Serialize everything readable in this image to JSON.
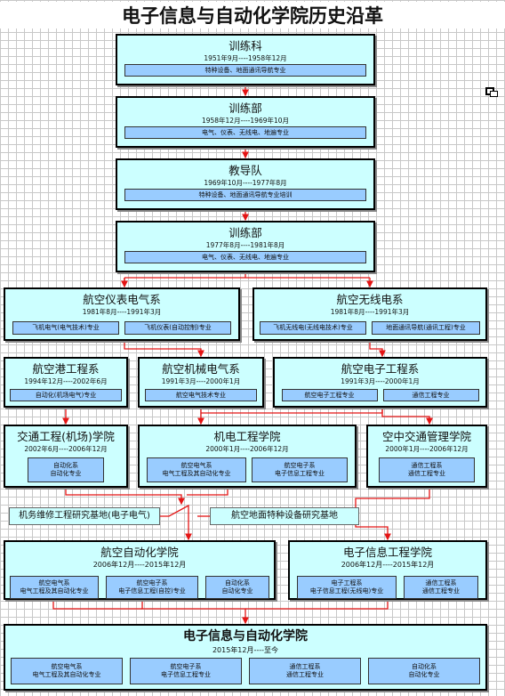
{
  "title": "电子信息与自动化学院历史沿革",
  "nodes": {
    "n1": {
      "name": "训练科",
      "dates": "1951年9月----1958年12月",
      "boxes": [
        [
          "特种设备、地面通讯导航专业"
        ]
      ]
    },
    "n2": {
      "name": "训练部",
      "dates": "1958年12月----1969年10月",
      "boxes": [
        [
          "电气、仪表、无线电、地遍专业"
        ]
      ]
    },
    "n3": {
      "name": "教导队",
      "dates": "1969年10月----1977年8月",
      "boxes": [
        [
          "特种设备、地面通讯导航专业培训"
        ]
      ]
    },
    "n4": {
      "name": "训练部",
      "dates": "1977年8月----1981年8月",
      "boxes": [
        [
          "电气、仪表、无线电、地遍专业"
        ]
      ]
    },
    "n5": {
      "name": "航空仪表电气系",
      "dates": "1981年8月----1991年3月",
      "boxes": [
        [
          "飞机电气(电气技术)专业"
        ],
        [
          "飞机仪表(自动控制)专业"
        ]
      ]
    },
    "n6": {
      "name": "航空无线电系",
      "dates": "1981年8月----1991年3月",
      "boxes": [
        [
          "飞机无线电(无线电技术)专业"
        ],
        [
          "地面通讯导航(通讯工程)专业"
        ]
      ]
    },
    "n7": {
      "name": "航空港工程系",
      "dates": "1994年12月----2002年6月",
      "boxes": [
        [
          "自动化(机场电气)专业"
        ]
      ]
    },
    "n8": {
      "name": "航空机械电气系",
      "dates": "1991年3月----2000年1月",
      "boxes": [
        [
          "航空电气技术专业"
        ]
      ]
    },
    "n9": {
      "name": "航空电子工程系",
      "dates": "1991年3月----2000年1月",
      "boxes": [
        [
          "航空电子工程专业"
        ],
        [
          "通信工程专业"
        ]
      ]
    },
    "n10": {
      "name": "交通工程(机场)学院",
      "dates": "2002年6月----2006年12月",
      "boxes": [
        [
          "自动化系",
          "自动化专业"
        ]
      ]
    },
    "n11": {
      "name": "机电工程学院",
      "dates": "2000年1月----2006年12月",
      "boxes": [
        [
          "航空电气系",
          "电气工程及其自动化专业"
        ],
        [
          "航空电子系",
          "电子信息工程专业"
        ]
      ]
    },
    "n12": {
      "name": "空中交通管理学院",
      "dates": "2000年1月----2006年12月",
      "boxes": [
        [
          "通信工程系",
          "通信工程专业"
        ]
      ]
    },
    "n13": {
      "name": "航空自动化学院",
      "dates": "2006年12月----2015年12月",
      "boxes": [
        [
          "航空电气系",
          "电气工程及其自动化专业"
        ],
        [
          "航空电子系",
          "电子信息工程(自控)专业"
        ],
        [
          "自动化系",
          "自动化专业"
        ]
      ]
    },
    "n14": {
      "name": "电子信息工程学院",
      "dates": "2006年12月----2015年12月",
      "boxes": [
        [
          "电子工程系",
          "电子信息工程(无线电)专业"
        ],
        [
          "通信工程系",
          "通信工程专业"
        ]
      ]
    },
    "n15": {
      "name": "电子信息与自动化学院",
      "dates": "2015年12月----至今",
      "boxes": [
        [
          "航空电气系",
          "电气工程及其自动化专业"
        ],
        [
          "航空电子系",
          "电子信息工程专业"
        ],
        [
          "通信工程系",
          "通信工程专业"
        ],
        [
          "自动化系",
          "自动化专业"
        ]
      ]
    }
  },
  "bases": {
    "b1": "机务维修工程研究基地(电子电气)",
    "b2": "航空地面特种设备研究基地"
  }
}
